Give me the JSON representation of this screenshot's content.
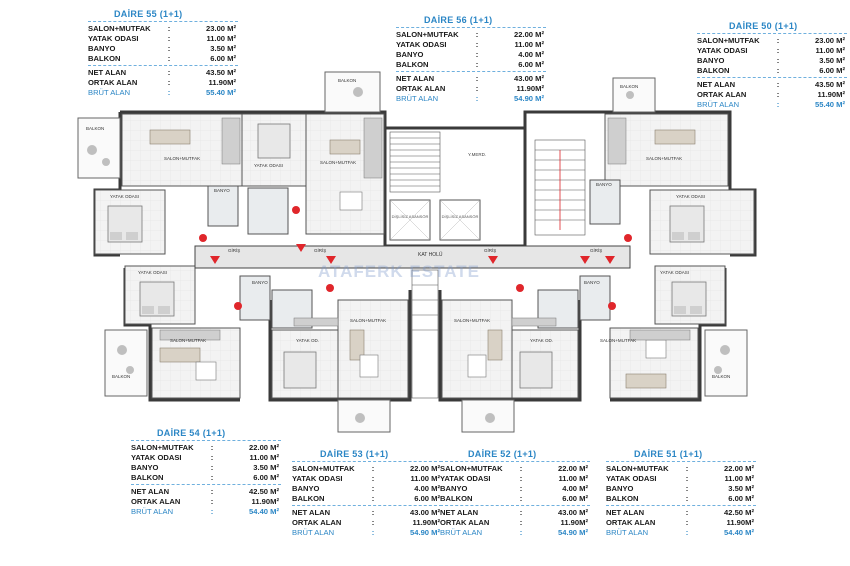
{
  "units": [
    {
      "id": "daire-55",
      "title": "DAİRE 55 (1+1)",
      "rows": [
        {
          "label": "SALON+MUTFAK",
          "value": "23.00 M²"
        },
        {
          "label": "YATAK ODASI",
          "value": "11.00 M²"
        },
        {
          "label": "BANYO",
          "value": "3.50 M²"
        },
        {
          "label": "BALKON",
          "value": "6.00 M²"
        }
      ],
      "net": {
        "label": "NET ALAN",
        "value": "43.50 M²"
      },
      "ortak": {
        "label": "ORTAK ALAN",
        "value": "11.90M²"
      },
      "brut": {
        "label": "BRÜT ALAN",
        "value": "55.40 M²"
      }
    },
    {
      "id": "daire-56",
      "title": "DAİRE 56 (1+1)",
      "rows": [
        {
          "label": "SALON+MUTFAK",
          "value": "22.00 M²"
        },
        {
          "label": "YATAK ODASI",
          "value": "11.00 M²"
        },
        {
          "label": "BANYO",
          "value": "4.00 M²"
        },
        {
          "label": "BALKON",
          "value": "6.00 M²"
        }
      ],
      "net": {
        "label": "NET ALAN",
        "value": "43.00 M²"
      },
      "ortak": {
        "label": "ORTAK ALAN",
        "value": "11.90M²"
      },
      "brut": {
        "label": "BRÜT ALAN",
        "value": "54.90 M²"
      }
    },
    {
      "id": "daire-50",
      "title": "DAİRE 50 (1+1)",
      "rows": [
        {
          "label": "SALON+MUTFAK",
          "value": "23.00 M²"
        },
        {
          "label": "YATAK ODASI",
          "value": "11.00 M²"
        },
        {
          "label": "BANYO",
          "value": "3.50 M²"
        },
        {
          "label": "BALKON",
          "value": "6.00 M²"
        }
      ],
      "net": {
        "label": "NET ALAN",
        "value": "43.50 M²"
      },
      "ortak": {
        "label": "ORTAK ALAN",
        "value": "11.90M²"
      },
      "brut": {
        "label": "BRÜT ALAN",
        "value": "55.40 M²"
      }
    },
    {
      "id": "daire-54",
      "title": "DAİRE 54 (1+1)",
      "rows": [
        {
          "label": "SALON+MUTFAK",
          "value": "22.00 M²"
        },
        {
          "label": "YATAK ODASI",
          "value": "11.00 M²"
        },
        {
          "label": "BANYO",
          "value": "3.50 M²"
        },
        {
          "label": "BALKON",
          "value": "6.00 M²"
        }
      ],
      "net": {
        "label": "NET ALAN",
        "value": "42.50 M²"
      },
      "ortak": {
        "label": "ORTAK ALAN",
        "value": "11.90M²"
      },
      "brut": {
        "label": "BRÜT ALAN",
        "value": "54.40 M²"
      }
    },
    {
      "id": "daire-53",
      "title": "DAİRE 53 (1+1)",
      "rows": [
        {
          "label": "SALON+MUTFAK",
          "value": "22.00 M²"
        },
        {
          "label": "YATAK ODASI",
          "value": "11.00 M²"
        },
        {
          "label": "BANYO",
          "value": "4.00 M²"
        },
        {
          "label": "BALKON",
          "value": "6.00 M²"
        }
      ],
      "net": {
        "label": "NET ALAN",
        "value": "43.00 M²"
      },
      "ortak": {
        "label": "ORTAK ALAN",
        "value": "11.90M²"
      },
      "brut": {
        "label": "BRÜT ALAN",
        "value": "54.90 M²"
      }
    },
    {
      "id": "daire-52",
      "title": "DAİRE 52 (1+1)",
      "rows": [
        {
          "label": "SALON+MUTFAK",
          "value": "22.00 M²"
        },
        {
          "label": "YATAK ODASI",
          "value": "11.00 M²"
        },
        {
          "label": "BANYO",
          "value": "4.00 M²"
        },
        {
          "label": "BALKON",
          "value": "6.00 M²"
        }
      ],
      "net": {
        "label": "NET ALAN",
        "value": "43.00 M²"
      },
      "ortak": {
        "label": "ORTAK ALAN",
        "value": "11.90M²"
      },
      "brut": {
        "label": "BRÜT ALAN",
        "value": "54.90 M²"
      }
    },
    {
      "id": "daire-51",
      "title": "DAİRE 51 (1+1)",
      "rows": [
        {
          "label": "SALON+MUTFAK",
          "value": "22.00 M²"
        },
        {
          "label": "YATAK ODASI",
          "value": "11.00 M²"
        },
        {
          "label": "BANYO",
          "value": "3.50 M²"
        },
        {
          "label": "BALKON",
          "value": "6.00 M²"
        }
      ],
      "net": {
        "label": "NET ALAN",
        "value": "42.50 M²"
      },
      "ortak": {
        "label": "ORTAK ALAN",
        "value": "11.90M²"
      },
      "brut": {
        "label": "BRÜT ALAN",
        "value": "54.40 M²"
      }
    }
  ],
  "plan": {
    "corridor_label": "KAT HOLÜ",
    "entrance_label": "GİRİŞ",
    "elevator_label": "DİŞLİSİZ ASANSÖR",
    "meter_label": "Y.MERD.",
    "watermark": "ATAFERK ESTATE",
    "room_labels": {
      "salon_mutfak": "SALON+MUTFAK",
      "yatak_odasi": "YATAK ODASI",
      "yatak_oda": "YATAK OD.",
      "banyo": "BANYO",
      "balkon": "BALKON"
    }
  },
  "colors": {
    "title_blue": "#2b86c5",
    "entrance_red": "#e0262b",
    "wall": "#3a3a3a",
    "floor": "#f2f2f2"
  }
}
